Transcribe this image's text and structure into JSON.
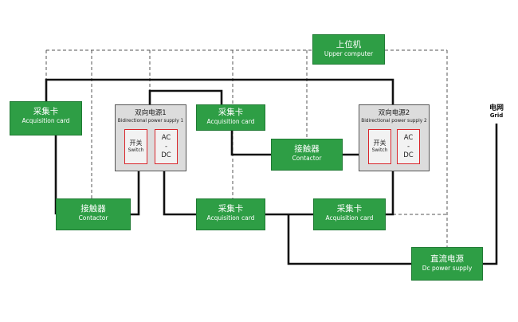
{
  "upper_computer": {
    "cn": "上位机",
    "en": "Upper computer"
  },
  "acq_left": {
    "cn": "采集卡",
    "en": "Acquisition card"
  },
  "acq_top_mid": {
    "cn": "采集卡",
    "en": "Acquisition card"
  },
  "acq_bottom_mid": {
    "cn": "采集卡",
    "en": "Acquisition card"
  },
  "acq_bottom_right": {
    "cn": "采集卡",
    "en": "Acquisition card"
  },
  "contactor_left": {
    "cn": "接触器",
    "en": "Contactor"
  },
  "contactor_mid": {
    "cn": "接触器",
    "en": "Contactor"
  },
  "psu1": {
    "cn": "双向电源1",
    "en": "Bidirectional power supply 1",
    "switch": {
      "cn": "开关",
      "en": "Switch"
    },
    "acdc": {
      "top": "AC",
      "mid": "-",
      "bottom": "DC"
    }
  },
  "psu2": {
    "cn": "双向电源2",
    "en": "Bidirectional power supply 2",
    "switch": {
      "cn": "开关",
      "en": "Switch"
    },
    "acdc": {
      "top": "AC",
      "mid": "-",
      "bottom": "DC"
    }
  },
  "dc_supply": {
    "cn": "直流电源",
    "en": "Dc power supply"
  },
  "grid": {
    "cn": "电网",
    "en": "Grid"
  },
  "colors": {
    "box_green": "#2e9e45",
    "psu_gray": "#dcdcdc",
    "sub_border": "#d9262b",
    "wire": "#111111",
    "dashed": "#555555"
  }
}
